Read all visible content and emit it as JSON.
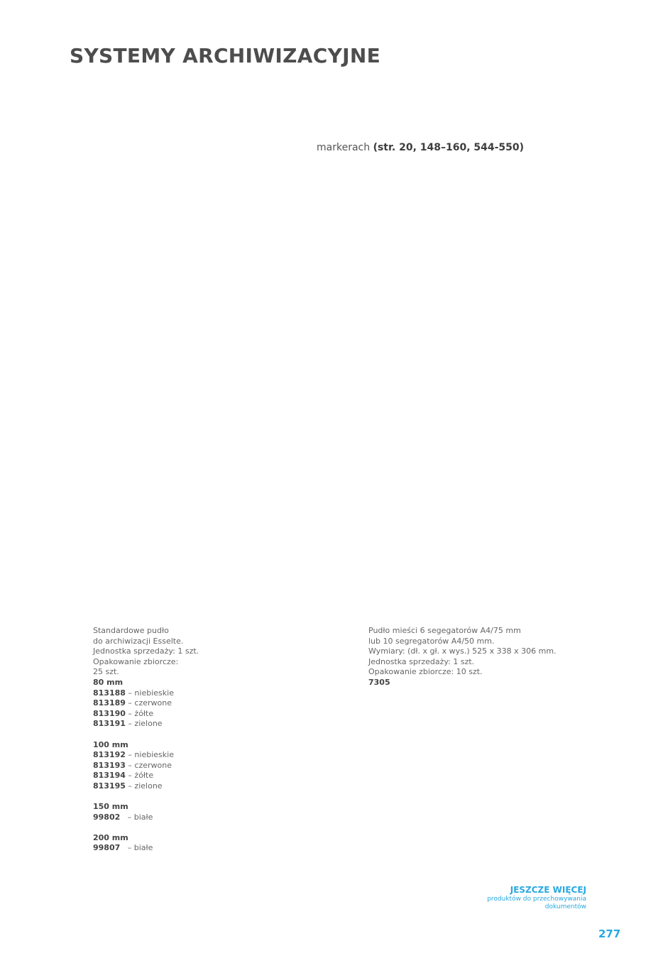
{
  "header": {
    "title": "SYSTEMY ARCHIWIZACYJNE"
  },
  "ref": {
    "text": "markerach ",
    "bold": "(str. 20, 148–160, 544-550)"
  },
  "left": {
    "intro": [
      "Standardowe pudło",
      "do archiwizacji Esselte.",
      "Jednostka sprzedaży: 1 szt.",
      "Opakowanie zbiorcze:",
      "25 szt."
    ],
    "groups": [
      {
        "size": "80 mm",
        "items": [
          {
            "code": "813188",
            "desc": " – niebieskie"
          },
          {
            "code": "813189",
            "desc": " – czerwone"
          },
          {
            "code": "813190",
            "desc": " – żółte"
          },
          {
            "code": "813191",
            "desc": " – zielone"
          }
        ]
      },
      {
        "size": "100 mm",
        "items": [
          {
            "code": "813192",
            "desc": " – niebieskie"
          },
          {
            "code": "813193",
            "desc": " – czerwone"
          },
          {
            "code": "813194",
            "desc": " – żółte"
          },
          {
            "code": "813195",
            "desc": " – zielone"
          }
        ]
      },
      {
        "size": "150 mm",
        "items": [
          {
            "code": "99802",
            "desc": "   – białe"
          }
        ]
      },
      {
        "size": "200 mm",
        "items": [
          {
            "code": "99807",
            "desc": "   – białe"
          }
        ]
      }
    ]
  },
  "right": {
    "lines": [
      "Pudło mieści 6 segegatorów A4/75 mm",
      "lub 10 segregatorów A4/50 mm.",
      "Wymiary: (dł. x gł. x wys.) 525 x 338 x 306 mm.",
      "Jednostka sprzedaży: 1 szt.",
      "Opakowanie zbiorcze: 10 szt."
    ],
    "code": "7305"
  },
  "more": {
    "title": "JESZCZE WIĘCEJ",
    "sub1": "produktów do przechowywania",
    "sub2": "dokumentów"
  },
  "page_number": "277"
}
